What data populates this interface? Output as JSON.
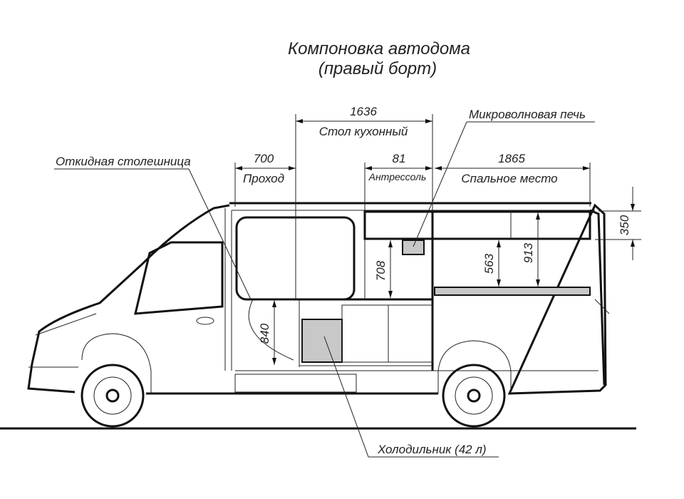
{
  "title": {
    "line1": "Компоновка автодома",
    "line2": "(правый борт)"
  },
  "dimensions": {
    "kitchen_table": {
      "value": "1636",
      "label": "Стол кухонный"
    },
    "passage": {
      "value": "700",
      "label": "Проход"
    },
    "mezzanine": {
      "value": "81",
      "label": "Антрессоль"
    },
    "sleeping": {
      "value": "1865",
      "label": "Спальное место"
    },
    "roof_cabinet_height": "350",
    "kitchen_clearance": "708",
    "bed_clearance_low": "563",
    "bed_clearance_high": "913",
    "table_height": "840"
  },
  "callouts": {
    "folding_top": "Откидная столешница",
    "microwave": "Микроволновая печь",
    "fridge": "Холодильник (42 л)"
  },
  "colors": {
    "line": "#111111",
    "fill_gray": "#c8c8c8"
  }
}
